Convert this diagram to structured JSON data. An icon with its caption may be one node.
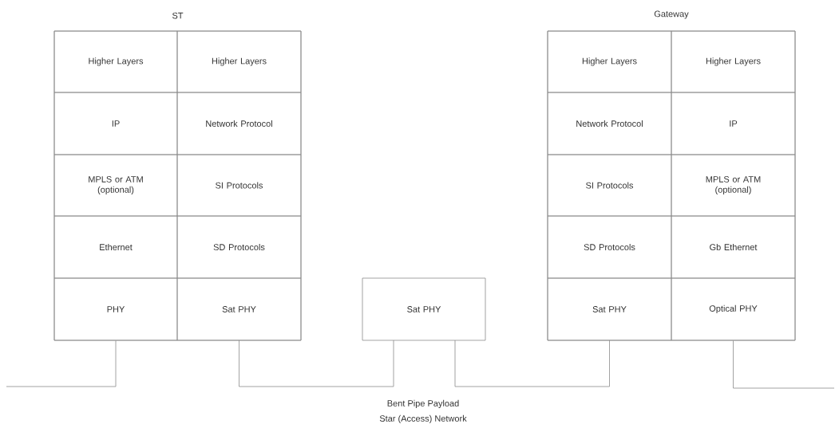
{
  "diagram": {
    "nodes": [
      {
        "text": [
          "ST"
        ]
      },
      {
        "text": [
          "Higher Layers"
        ],
        "in": 0
      },
      {
        "text": [
          "Higher Layers"
        ],
        "in": 0
      },
      {
        "text": [
          "IP"
        ],
        "in": 0
      },
      {
        "text": [
          "Network Protocol"
        ],
        "in": 0
      },
      {
        "text": [
          "MPLS or ATM (optional)"
        ],
        "in": 0
      },
      {
        "text": [
          "SI Protocols"
        ],
        "in": 0
      },
      {
        "text": [
          "Ethernet"
        ],
        "in": 0
      },
      {
        "text": [
          "SD Protocols"
        ],
        "in": 0
      },
      {
        "text": [
          "PHY"
        ],
        "in": 0
      },
      {
        "text": [
          "Sat PHY"
        ],
        "in": 0
      },
      {
        "text": [
          "Sat PHY"
        ]
      },
      {
        "text": [
          "Gateway"
        ]
      },
      {
        "text": [
          "Higher Layers"
        ],
        "in": 12
      },
      {
        "text": [
          "Higher Layers"
        ],
        "in": 12
      },
      {
        "text": [
          "Network Protocol"
        ],
        "in": 12
      },
      {
        "text": [
          "IP"
        ],
        "in": 12
      },
      {
        "text": [
          "SI Protocols"
        ],
        "in": 12
      },
      {
        "text": [
          "MPLS or ATM (optional)"
        ],
        "in": 12
      },
      {
        "text": [
          "SD Protocols"
        ],
        "in": 12
      },
      {
        "text": [
          "Gb Ethernet"
        ],
        "in": 12
      },
      {
        "text": [
          "Sat PHY"
        ],
        "in": 12
      },
      {
        "text": [
          "Optical PHY"
        ],
        "in": 12
      }
    ],
    "edges": [
      {
        "from": null,
        "to": 9,
        "arrow": "none"
      },
      {
        "from": 10,
        "to": 11,
        "arrow": "none"
      },
      {
        "from": 11,
        "to": 21,
        "arrow": "none"
      },
      {
        "from": 22,
        "to": null,
        "arrow": "none"
      }
    ],
    "labels": [
      "Bent Pipe Payload",
      "Star (Access) Network"
    ]
  }
}
